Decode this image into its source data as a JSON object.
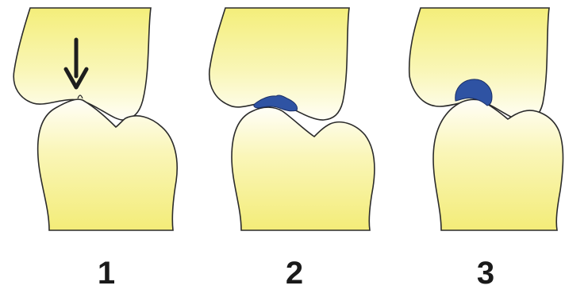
{
  "panels": [
    {
      "label": "1",
      "lesion": "pinpoint-defect"
    },
    {
      "label": "2",
      "lesion": "small-blue-filling"
    },
    {
      "label": "3",
      "lesion": "large-blue-filling"
    }
  ],
  "colors": {
    "tooth_top": "#f6f07e",
    "tooth_fade": "#fffef6",
    "outline": "#2b2b2b",
    "lesion": "#2f53a3",
    "arrow": "#1e1e1e"
  }
}
